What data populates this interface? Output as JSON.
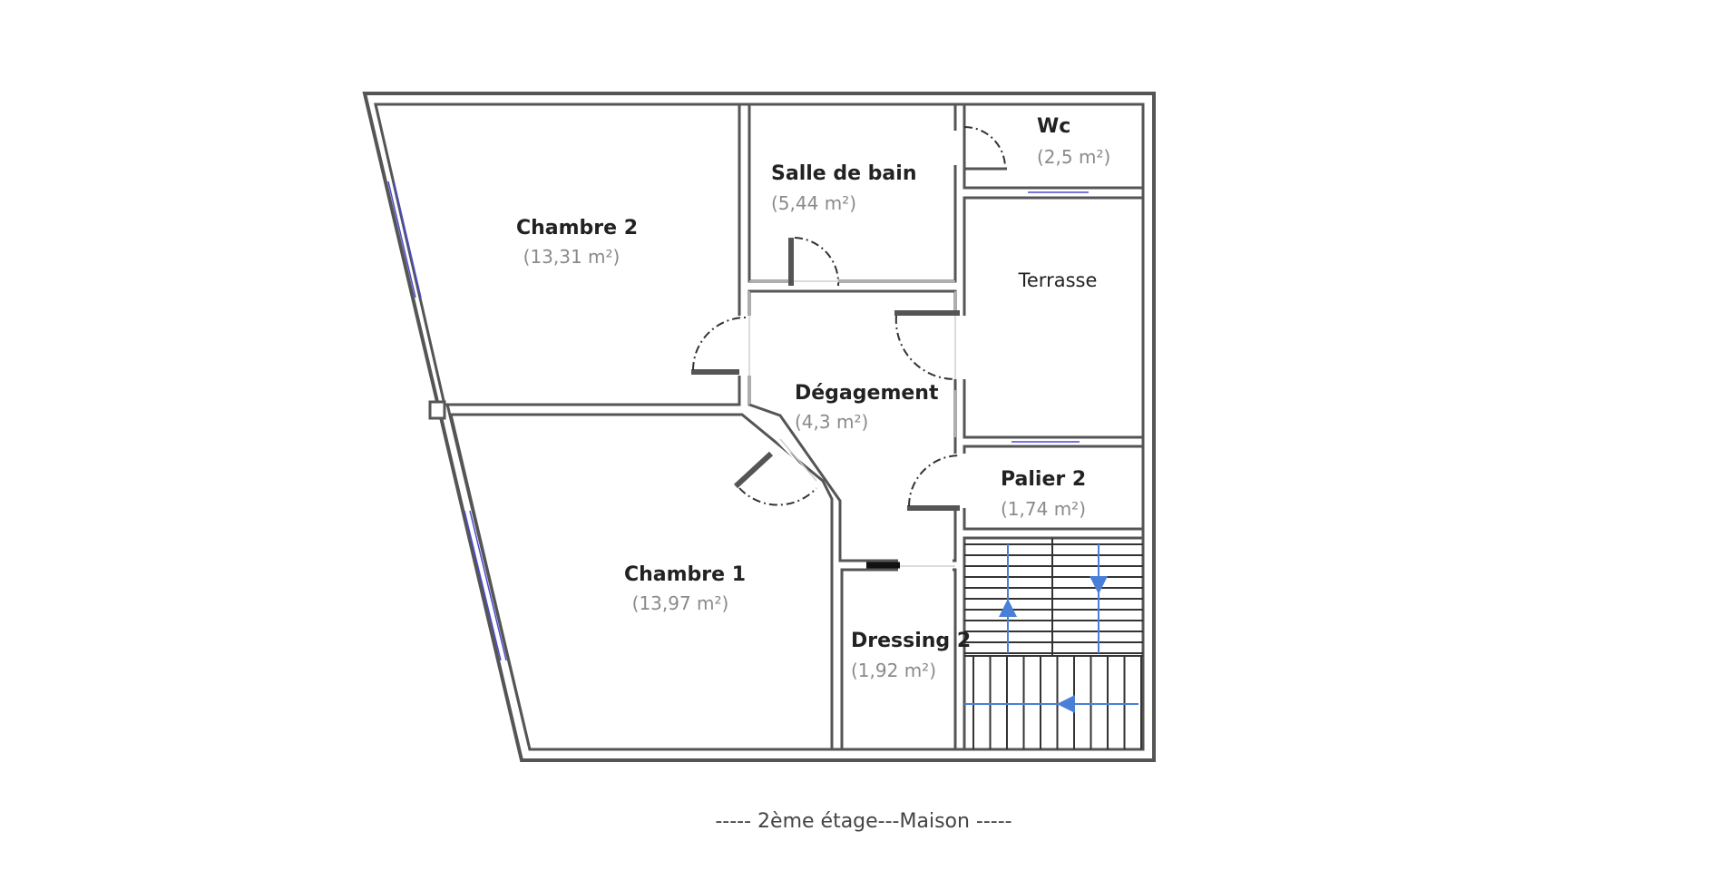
{
  "rooms": {
    "chambre2": {
      "name": "Chambre 2",
      "area": "(13,31 m²)"
    },
    "salle_de_bain": {
      "name": "Salle de bain",
      "area": "(5,44 m²)"
    },
    "wc": {
      "name": "Wc",
      "area": "(2,5 m²)"
    },
    "terrasse": {
      "name": "Terrasse"
    },
    "degagement": {
      "name": "Dégagement",
      "area": "(4,3 m²)"
    },
    "palier2": {
      "name": "Palier 2",
      "area": "(1,74 m²)"
    },
    "chambre1": {
      "name": "Chambre 1",
      "area": "(13,97 m²)"
    },
    "dressing2": {
      "name": "Dressing 2",
      "area": "(1,92 m²)"
    }
  },
  "caption": "-----  2ème étage---Maison  -----",
  "colors": {
    "wall": "#555555",
    "window": "#4a4ad0",
    "stair_arrow": "#4a7fd8",
    "area_text": "#8a8a8a"
  },
  "icons": [
    "stair-up-arrow-icon",
    "stair-down-arrow-icon",
    "stair-left-arrow-icon"
  ]
}
